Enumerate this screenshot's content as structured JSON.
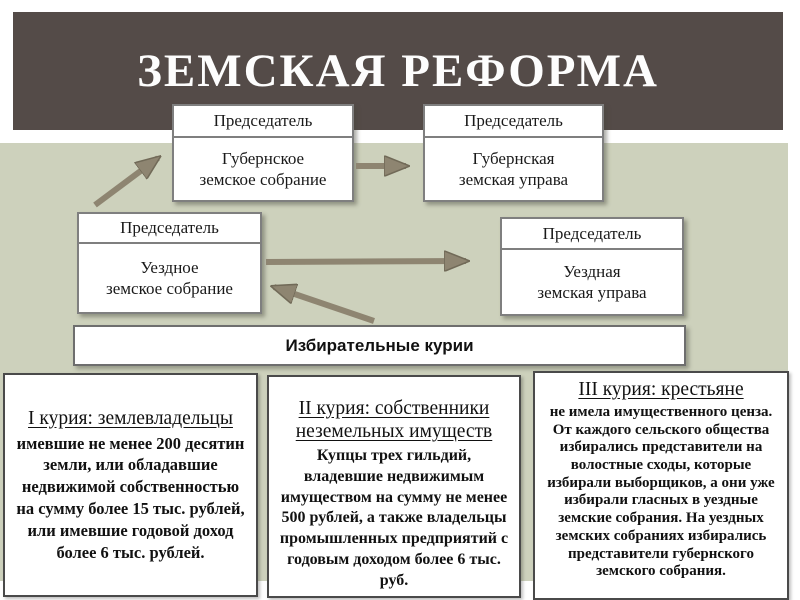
{
  "slide": {
    "title": "ЗЕМСКАЯ РЕФОРМА"
  },
  "colors": {
    "header_background": "#544b48",
    "band_background": "#cdd1bc",
    "arrow": "#8e8571",
    "box_border_gray": "#7f7f7f",
    "card_border_dark": "#4a4a4a"
  },
  "flowchart": {
    "chairman_label": "Председатель",
    "nodes": {
      "provincial_assembly": "Губернское\nземское собрание",
      "provincial_board": "Губернская\nземская управа",
      "district_assembly": "Уездное\nземское собрание",
      "district_board": "Уездная\nземская управа"
    },
    "curiae_bar_label": "Избирательные курии"
  },
  "curiae": [
    {
      "heading": "I курия: землевладельцы",
      "body": "имевшие не менее 200 десятин земли, или обладавшие недвижимой собственностью на сумму более 15 тыс. рублей, или имевшие годовой доход более 6 тыс. рублей."
    },
    {
      "heading": "II курия: собственники неземельных имуществ",
      "body": "Купцы трех гильдий, владевшие недвижимым имуществом на сумму не менее 500 рублей, а также владельцы промышленных предприятий с годовым доходом более 6 тыс. руб."
    },
    {
      "heading": "III курия: крестьяне",
      "body": "не имела имущественного ценза. От каждого сельского общества избирались представители на волостные сходы, которые избирали выборщиков, а они уже избирали гласных в уездные земские собрания. На уездных земских собраниях избирались представители губернского земского собрания."
    }
  ]
}
